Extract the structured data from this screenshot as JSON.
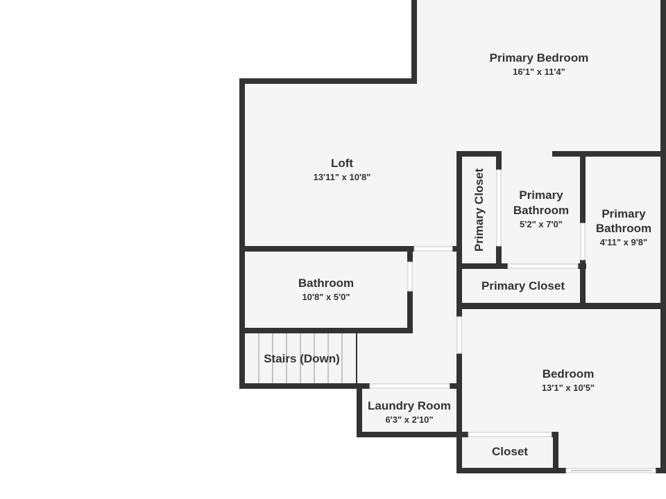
{
  "floorplan": {
    "colors": {
      "wall": "#333333",
      "floor": "#f5f5f5",
      "background": "#ffffff"
    },
    "rooms": {
      "primary_bedroom": {
        "name": "Primary Bedroom",
        "dims": "16'1\" x 11'4\""
      },
      "loft": {
        "name": "Loft",
        "dims": "13'11\" x 10'8\""
      },
      "primary_closet_a": {
        "name": "Primary Closet"
      },
      "primary_bathroom_a": {
        "name_1": "Primary",
        "name_2": "Bathroom",
        "dims": "5'2\" x 7'0\""
      },
      "primary_bathroom_b": {
        "name_1": "Primary",
        "name_2": "Bathroom",
        "dims": "4'11\" x 9'8\""
      },
      "primary_closet_b": {
        "name": "Primary Closet"
      },
      "bathroom": {
        "name": "Bathroom",
        "dims": "10'8\" x 5'0\""
      },
      "stairs": {
        "name": "Stairs (Down)"
      },
      "laundry": {
        "name": "Laundry Room",
        "dims": "6'3\" x 2'10\""
      },
      "bedroom": {
        "name": "Bedroom",
        "dims": "13'1\" x 10'5\""
      },
      "closet": {
        "name": "Closet"
      }
    }
  }
}
